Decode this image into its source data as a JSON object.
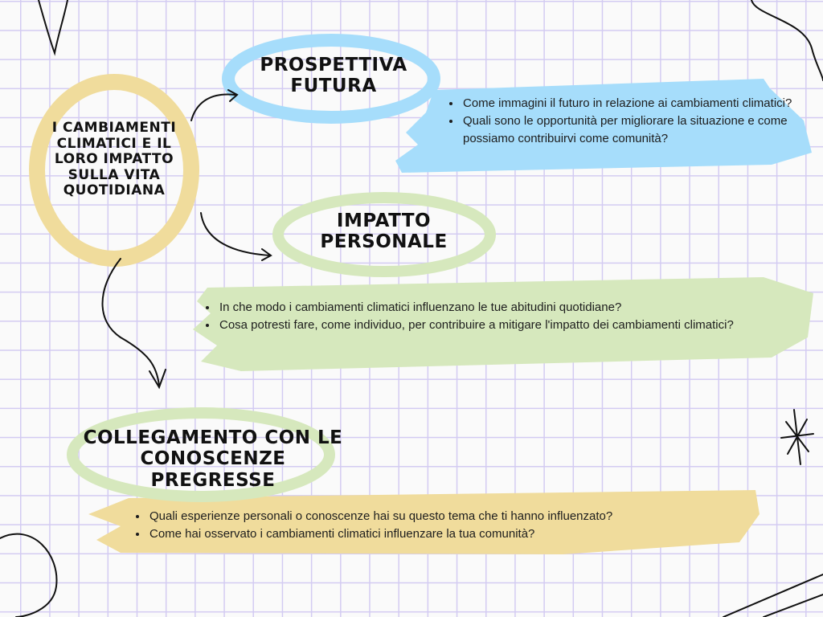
{
  "colors": {
    "yellow": "#f0dc9c",
    "blue": "#a6ddfb",
    "green": "#d6e8bd",
    "grid": "#d3cbf2"
  },
  "center": {
    "lines": [
      "I cambiamenti",
      "climatici e il",
      "loro impatto",
      "sulla vita",
      "quotidiana"
    ]
  },
  "future": {
    "title_lines": [
      "Prospettiva",
      "futura"
    ],
    "questions": [
      "Come immagini il futuro in relazione ai cambiamenti climatici?",
      "Quali sono le opportunità per migliorare la situazione e come possiamo contribuirvi come comunità?"
    ]
  },
  "personal": {
    "title_lines": [
      "Impatto",
      "personale"
    ],
    "questions": [
      "In che modo i cambiamenti climatici influenzano le tue abitudini quotidiane?",
      "Cosa potresti fare, come individuo, per contribuire a mitigare l'impatto dei cambiamenti climatici?"
    ]
  },
  "prior": {
    "title_lines": [
      "Collegamento con le",
      "conoscenze pregresse"
    ],
    "questions": [
      "Quali esperienze personali o conoscenze hai su questo tema che ti hanno influenzato?",
      "Come hai osservato i cambiamenti climatici influenzare la tua comunità?"
    ]
  }
}
